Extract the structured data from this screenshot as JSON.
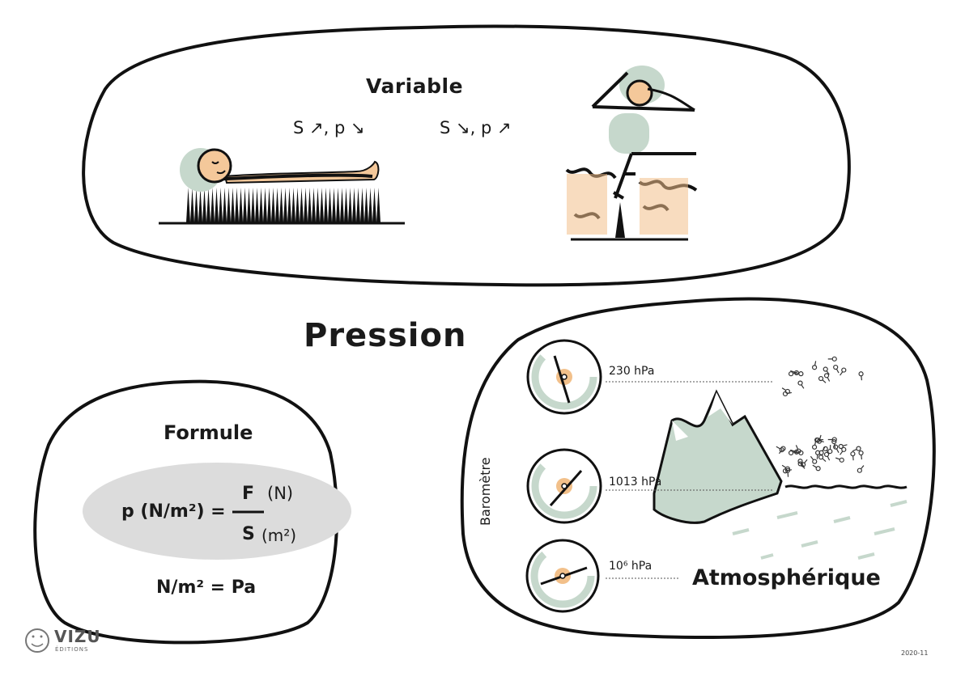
{
  "title": "Pression",
  "variable": {
    "title": "Variable",
    "relation_left": "S ↗, p ↘",
    "relation_right": "S ↘, p ↗"
  },
  "formula": {
    "title": "Formule",
    "lhs": "p (N/m²) =",
    "numerator": "F",
    "numerator_unit": "(N)",
    "denominator": "S",
    "denominator_unit": "(m²)",
    "unit_equivalence": "N/m² = Pa"
  },
  "atmospheric": {
    "title": "Atmosphérique",
    "instrument": "Baromètre",
    "readings": [
      "230 hPa",
      "1013 hPa",
      "10⁶ hPa"
    ]
  },
  "brand": {
    "name": "VIZU",
    "sub": "ÉDITIONS"
  },
  "date": "2020-11",
  "colors": {
    "sage": "#c6d8cc",
    "orange": "#f2c08a",
    "grey": "#dcdcdc",
    "ink": "#111111"
  }
}
